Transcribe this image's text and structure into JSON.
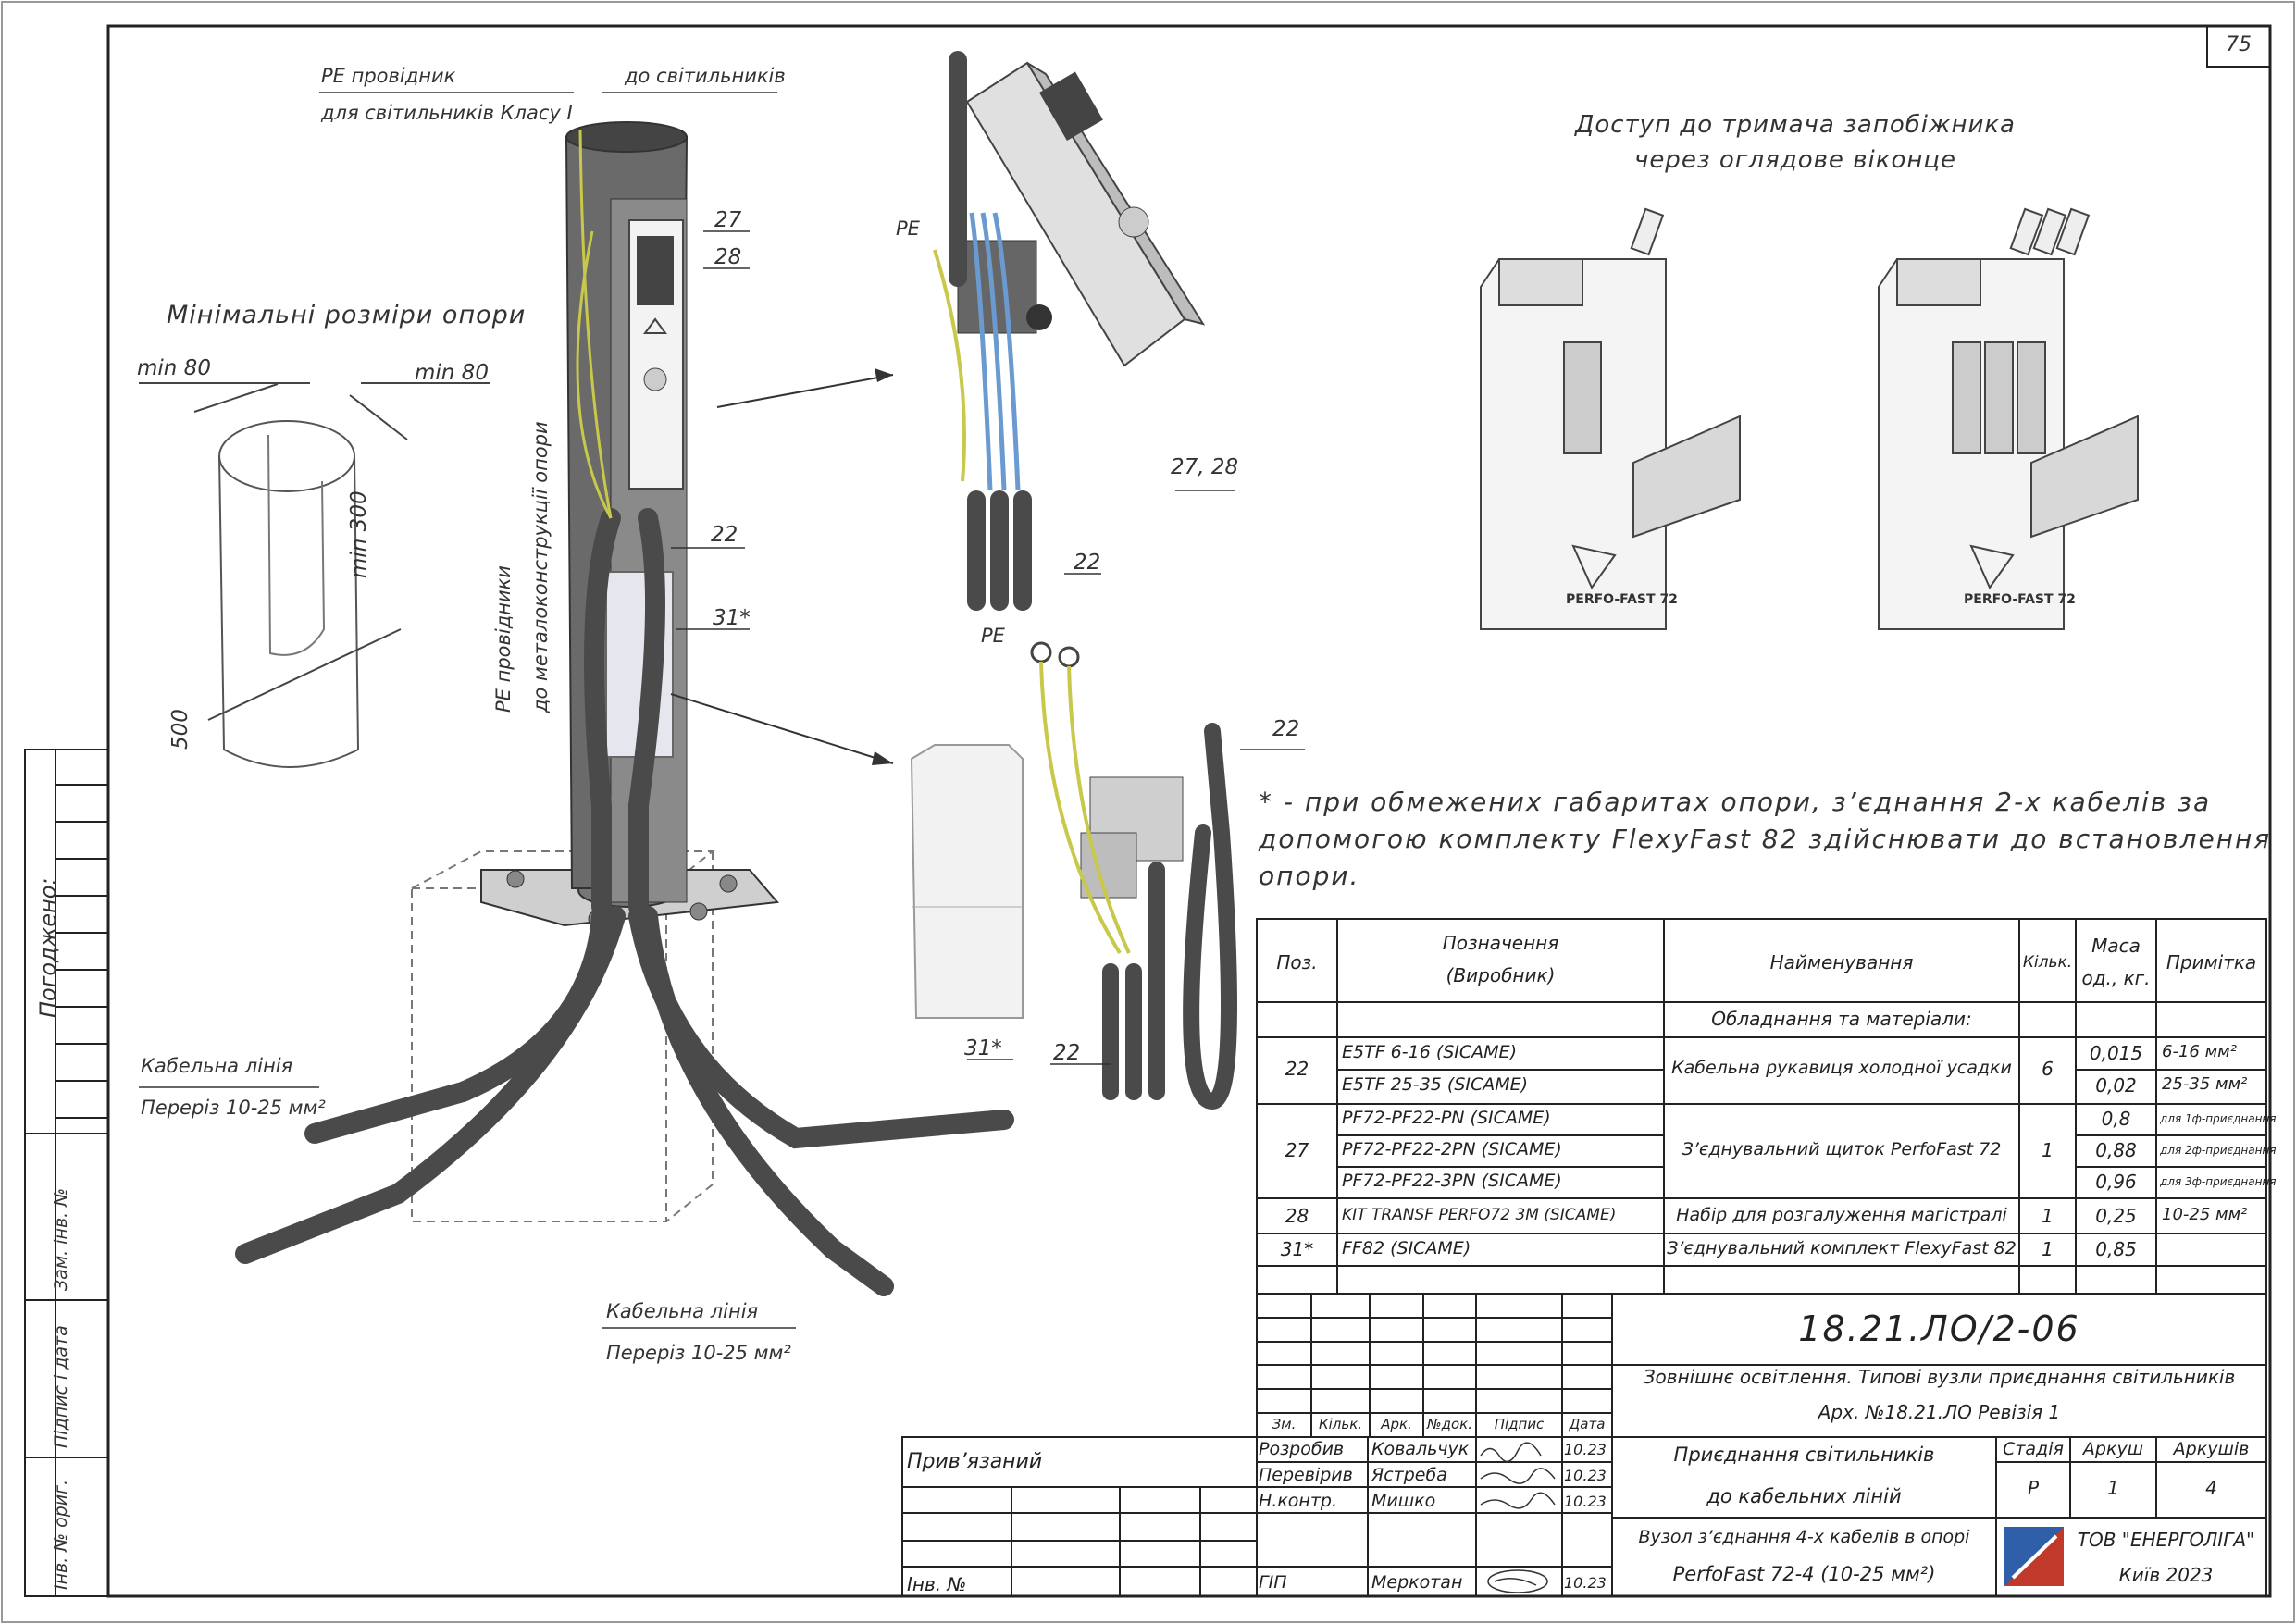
{
  "sheet_number": "75",
  "labels": {
    "pe_conductor_line1": "PE провідник",
    "pe_conductor_line2": "для світильників Класу І",
    "to_luminaires": "до світильників",
    "min_dimensions_title": "Мінімальні розміри опори",
    "min80_left": "min 80",
    "min80_right": "min 80",
    "min300": "min 300",
    "dim500": "500",
    "pe_conductors_vert_line1": "PE провідники",
    "pe_conductors_vert_line2": "до металоконструкції опори",
    "pos27": "27",
    "pos28": "28",
    "pos22_a": "22",
    "pos31_a": "31*",
    "pos_pe_a": "PE",
    "pos2728": "27, 28",
    "pos22_b": "22",
    "pos_pe_b": "PE",
    "pos22_c": "22",
    "pos22_d": "22",
    "pos31_b": "31*",
    "cable_line_a": "Кабельна лінія",
    "section_a": "Переріз 10-25 мм²",
    "cable_line_b": "Кабельна лінія",
    "section_b": "Переріз 10-25 мм²",
    "access_title_line1": "Доступ до тримача запобіжника",
    "access_title_line2": "через оглядове віконце",
    "perfo_label_a": "PERFO-FAST 72",
    "perfo_label_b": "PERFO-FAST 72",
    "note_line1": "* - при обмежених габаритах опори, з’єднання 2-х кабелів за",
    "note_line2": "допомогою комплекту FlexyFast 82 здійснювати до встановлення",
    "note_line3": "опори."
  },
  "side_stamp": {
    "agreed": "Погоджено:",
    "zam_inv": "Зам. інв. №",
    "signature_date": "Підпис і дата",
    "inv_orig": "Інв. № ориг."
  },
  "spec_table": {
    "headers": {
      "pos": "Поз.",
      "designation_line1": "Позначення",
      "designation_line2": "(Виробник)",
      "name": "Найменування",
      "qty": "Кільк.",
      "mass_line1": "Маса",
      "mass_line2": "од., кг.",
      "note": "Примітка"
    },
    "section_title": "Обладнання та матеріали:",
    "rows": [
      {
        "pos": "22",
        "designations": [
          "E5TF 6-16   (SICAME)",
          "E5TF 25-35   (SICAME)"
        ],
        "name": "Кабельна рукавиця холодної усадки",
        "qty": "6",
        "masses": [
          "0,015",
          "0,02"
        ],
        "notes": [
          "6-16 мм²",
          "25-35 мм²"
        ]
      },
      {
        "pos": "27",
        "designations": [
          "PF72-PF22-PN  (SICAME)",
          "PF72-PF22-2PN  (SICAME)",
          "PF72-PF22-3PN  (SICAME)"
        ],
        "name": "З’єднувальний щиток PerfoFast 72",
        "qty": "1",
        "masses": [
          "0,8",
          "0,88",
          "0,96"
        ],
        "notes": [
          "для 1ф-приєднання",
          "для 2ф-приєднання",
          "для 3ф-приєднання"
        ]
      },
      {
        "pos": "28",
        "designations": [
          "KIT TRANSF PERFO72 3M  (SICAME)"
        ],
        "name": "Набір для розгалуження магістралі",
        "qty": "1",
        "masses": [
          "0,25"
        ],
        "notes": [
          "10-25 мм²"
        ]
      },
      {
        "pos": "31*",
        "designations": [
          "FF82   (SICAME)"
        ],
        "name": "З’єднувальний комплект FlexyFast 82",
        "qty": "1",
        "masses": [
          "0,85"
        ],
        "notes": [
          ""
        ]
      }
    ]
  },
  "title_block": {
    "doc_code": "18.21.ЛО/2-06",
    "project_line1": "Зовнішнє освітлення. Типові вузли приєднання світильників",
    "project_line2": "Арх. №18.21.ЛО Ревізія 1",
    "privyazanyi": "Прив’язаний",
    "inv_no": "Інв. №",
    "col_headers": [
      "Зм.",
      "Кільк.",
      "Арк.",
      "№док.",
      "Підпис",
      "Дата"
    ],
    "staff": [
      {
        "role": "Розробив",
        "name": "Ковальчук",
        "date": "10.23"
      },
      {
        "role": "Перевірив",
        "name": "Ястреба",
        "date": "10.23"
      },
      {
        "role": "Н.контр.",
        "name": "Мишко",
        "date": "10.23"
      },
      {
        "role": "ГІП",
        "name": "Меркотан",
        "date": "10.23"
      }
    ],
    "sheet_title_line1": "Приєднання світильників",
    "sheet_title_line2": "до кабельних ліній",
    "stage_header": "Стадія",
    "sheet_header": "Аркуш",
    "sheets_header": "Аркушів",
    "stage": "Р",
    "sheet": "1",
    "sheets": "4",
    "node_line1": "Вузол з’єднання 4-х кабелів в опорі",
    "node_line2": "PerfoFast 72-4 (10-25 мм²)",
    "company_line1": "ТОВ \"ЕНЕРГОЛІГА\"",
    "company_line2": "Київ 2023"
  },
  "colors": {
    "frame": "#222222",
    "pole": "#5a5a5a",
    "cable": "#4a4a4a",
    "pe_wire": "#c8c84a",
    "blue_wire": "#6a9ad0",
    "logo_red": "#c0392b",
    "logo_blue": "#2e5fa8"
  }
}
